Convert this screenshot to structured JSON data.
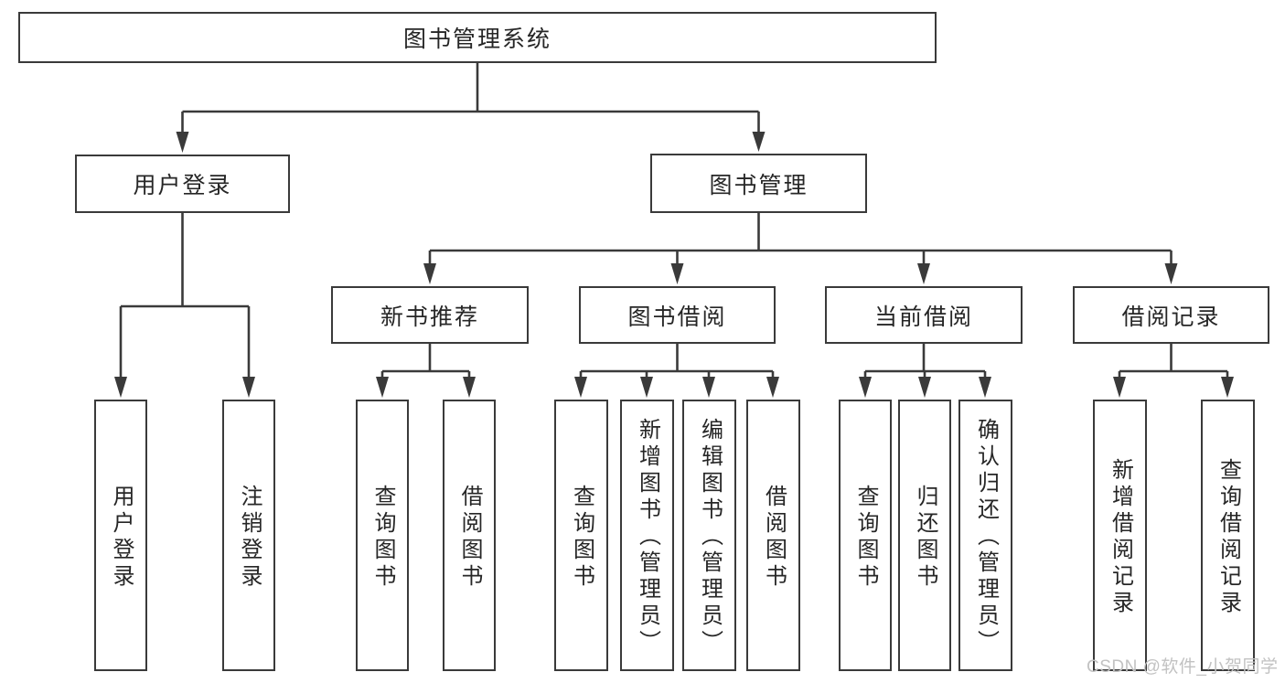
{
  "diagram": {
    "type": "hierarchy-tree",
    "root": {
      "label": "图书管理系统",
      "children": [
        {
          "label": "用户登录",
          "children": [
            {
              "label": "用户登录"
            },
            {
              "label": "注销登录"
            }
          ]
        },
        {
          "label": "图书管理",
          "children": [
            {
              "label": "新书推荐",
              "children": [
                {
                  "label": "查询图书"
                },
                {
                  "label": "借阅图书"
                }
              ]
            },
            {
              "label": "图书借阅",
              "children": [
                {
                  "label": "查询图书"
                },
                {
                  "label": "新增图书（管理员）"
                },
                {
                  "label": "编辑图书（管理员）"
                },
                {
                  "label": "借阅图书"
                }
              ]
            },
            {
              "label": "当前借阅",
              "children": [
                {
                  "label": "查询图书"
                },
                {
                  "label": "归还图书"
                },
                {
                  "label": "确认归还（管理员）"
                }
              ]
            },
            {
              "label": "借阅记录",
              "children": [
                {
                  "label": "新增借阅记录"
                },
                {
                  "label": "查询借阅记录"
                }
              ]
            }
          ]
        }
      ]
    }
  },
  "watermark": {
    "text": "CSDN @软件_小贺同学"
  },
  "colors": {
    "line": "#3a3a3a",
    "box_border": "#3a3a3a",
    "text": "#262626",
    "background": "#ffffff",
    "watermark_text": "#c2c2c2"
  }
}
